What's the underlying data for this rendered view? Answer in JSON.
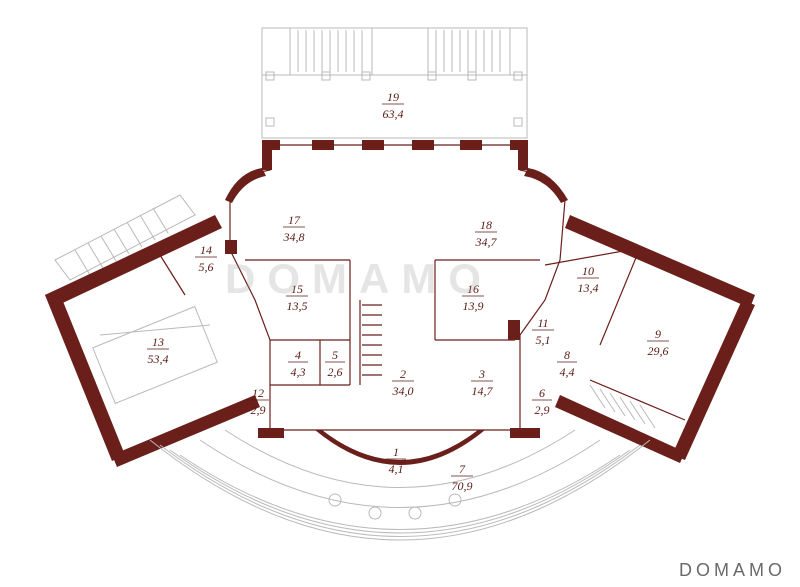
{
  "watermark": "DOMAMO",
  "brand": "DOMAMO",
  "rooms": [
    {
      "num": "1",
      "area": "4,1"
    },
    {
      "num": "2",
      "area": "34,0"
    },
    {
      "num": "3",
      "area": "14,7"
    },
    {
      "num": "4",
      "area": "4,3"
    },
    {
      "num": "5",
      "area": "2,6"
    },
    {
      "num": "6",
      "area": "2,9"
    },
    {
      "num": "7",
      "area": "70,9"
    },
    {
      "num": "8",
      "area": "4,4"
    },
    {
      "num": "9",
      "area": "29,6"
    },
    {
      "num": "10",
      "area": "13,4"
    },
    {
      "num": "11",
      "area": "5,1"
    },
    {
      "num": "12",
      "area": "2,9"
    },
    {
      "num": "13",
      "area": "53,4"
    },
    {
      "num": "14",
      "area": "5,6"
    },
    {
      "num": "15",
      "area": "13,5"
    },
    {
      "num": "16",
      "area": "13,9"
    },
    {
      "num": "17",
      "area": "34,8"
    },
    {
      "num": "18",
      "area": "34,7"
    },
    {
      "num": "19",
      "area": "63,4"
    }
  ]
}
